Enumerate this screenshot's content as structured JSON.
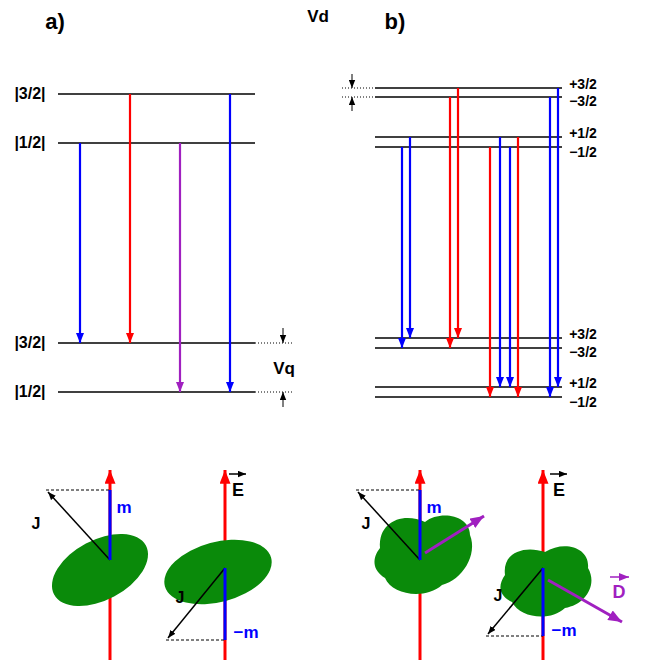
{
  "diagram": {
    "labels": [
      "a)",
      "b)",
      "|3/2|",
      "|1/2|",
      "|3/2|",
      "|1/2|",
      "Vq",
      "Vd",
      "+3/2",
      "−3/2",
      "+1/2",
      "−1/2",
      "+3/2",
      "−3/2",
      "+1/2",
      "−1/2",
      "J",
      "m",
      "J",
      "−m",
      "E",
      "J",
      "m",
      "J",
      "−m",
      "E",
      "D"
    ]
  }
}
